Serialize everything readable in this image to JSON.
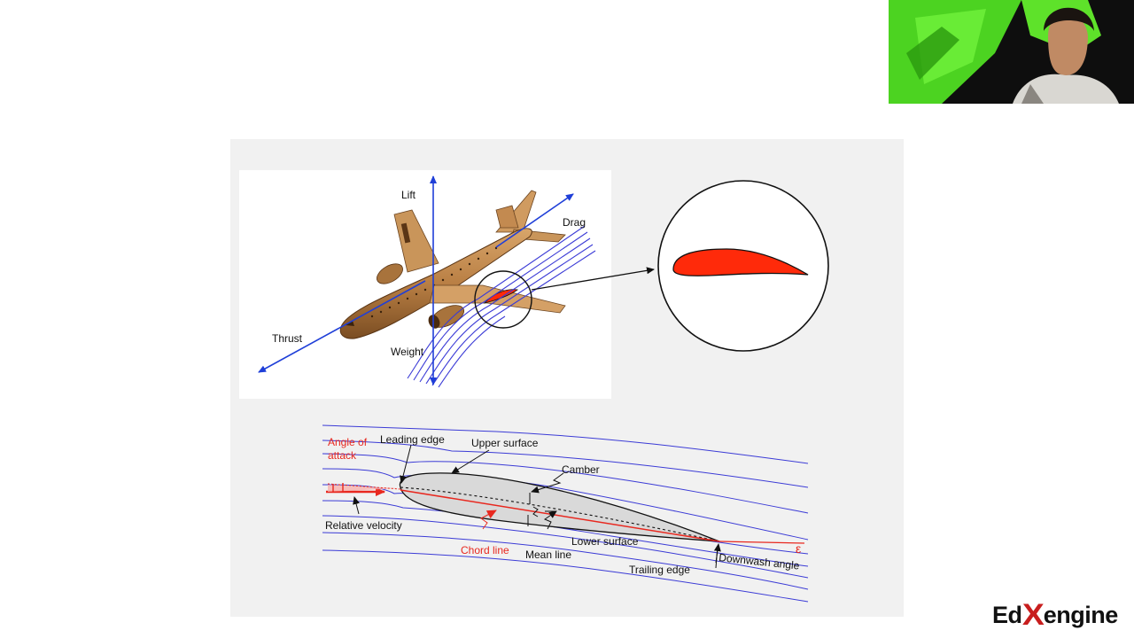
{
  "diagram": {
    "airplane_labels": {
      "lift": "Lift",
      "drag": "Drag",
      "thrust": "Thrust",
      "weight": "Weight"
    },
    "airfoil_labels": {
      "angle_of_attack_line1": "Angle of",
      "angle_of_attack_line2": "attack",
      "leading_edge": "Leading edge",
      "upper_surface": "Upper surface",
      "camber": "Camber",
      "relative_velocity": "Relative velocity",
      "chord_line": "Chord line",
      "mean_line": "Mean line",
      "lower_surface": "Lower surface",
      "trailing_edge": "Trailing edge",
      "downwash_angle": "Downwash angle",
      "epsilon": "ε"
    },
    "colors": {
      "force_arrows": "#1f3fd8",
      "streamlines": "#3b3bd6",
      "airfoil_highlight": "#ff2a0a",
      "chord_line": "#e8281f",
      "fuselage": "#b97f44"
    }
  },
  "logo": {
    "part1": "Ed",
    "part2": "X",
    "part3": "engine"
  },
  "webcam": {
    "icon": "presenter-webcam"
  }
}
